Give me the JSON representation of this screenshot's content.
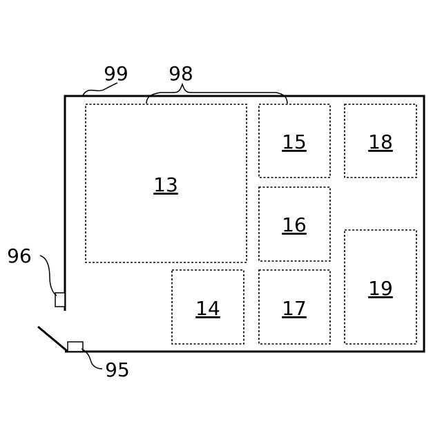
{
  "labels": {
    "enclosure": "99",
    "region_group": "98",
    "door_left": "96",
    "door_bottom": "95"
  },
  "regions": [
    {
      "id": "13"
    },
    {
      "id": "14"
    },
    {
      "id": "15"
    },
    {
      "id": "16"
    },
    {
      "id": "17"
    },
    {
      "id": "18"
    },
    {
      "id": "19"
    }
  ]
}
